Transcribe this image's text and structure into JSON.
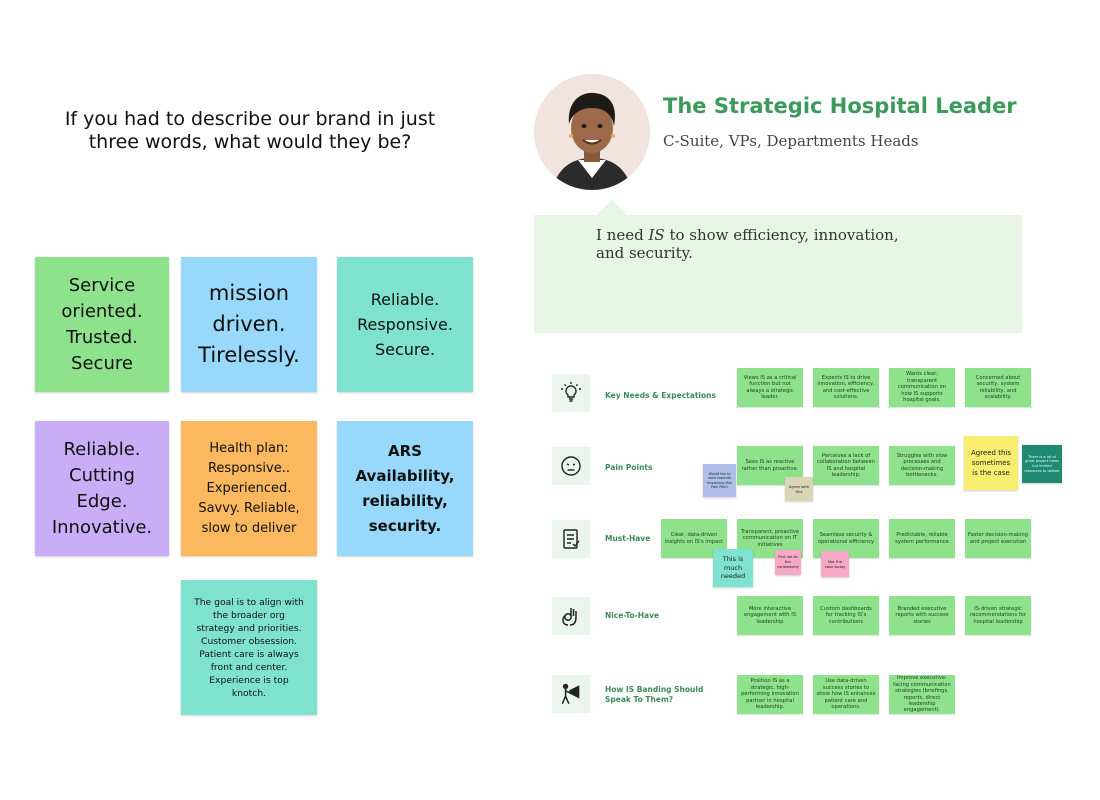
{
  "left": {
    "question": "If you had to describe our brand in just three words, what would they be?",
    "notes": [
      {
        "text": "Service\noriented.\nTrusted.\nSecure",
        "color": "#8fe28c"
      },
      {
        "text": "mission\ndriven.\nTirelessly.",
        "color": "#98d8fb"
      },
      {
        "text": "Reliable.\nResponsive.\nSecure.",
        "color": "#7fe2cf"
      },
      {
        "text": "Reliable.\nCutting\nEdge.\nInnovative.",
        "color": "#c9aef7"
      },
      {
        "text": "Health plan:\nResponsive..\nExperienced.\nSavvy. Reliable,\nslow to deliver",
        "color": "#fcb85e"
      },
      {
        "text": "ARS\nAvailability,\nreliability,\nsecurity.",
        "color": "#98d8fb"
      },
      {
        "text": "The goal is to align with\nthe broader org\nstrategy and priorities.\nCustomer obsession.\nPatient care is always\nfront and center.\nExperience is top\nknotch.",
        "color": "#7fe2cf"
      }
    ]
  },
  "persona": {
    "title": "The Strategic Hospital Leader",
    "subtitle": "C-Suite, VPs, Departments Heads",
    "quote_pre": "I need ",
    "quote_em": "IS",
    "quote_post": " to show efficiency, innovation, and security."
  },
  "rows": [
    {
      "icon": "lightbulb-icon",
      "label": "Key Needs & Expectations",
      "cells": [
        "Views IS as a critical function but not always a strategic leader.",
        "Expects IS to drive innovation, efficiency, and cost-effective solutions.",
        "Wants clear, transparent communication on how IS supports hospital goals.",
        "Concerned about security, system reliability, and scalability."
      ]
    },
    {
      "icon": "frustrated-face-icon",
      "label": "Pain Points",
      "cells": [
        "Sees IS as reactive rather than proactive.",
        "Perceives a lack of collaboration between IS and hospital leadership.",
        "Struggles with slow processes and decision-making bottlenecks."
      ]
    },
    {
      "icon": "checklist-icon",
      "label": "Must-Have",
      "cells": [
        "Clear, data-driven insights on IS's impact",
        "Transparent, proactive communication on IT initiatives",
        "Seamless security & operational efficiency",
        "Predictable, reliable system performance",
        "Faster decision-making and project execution"
      ]
    },
    {
      "icon": "ok-hand-icon",
      "label": "Nice-To-Have",
      "cells": [
        "More interactive engagement with IS leadership",
        "Custom dashboards for tracking IS's contributions",
        "Branded executive reports with success stories",
        "IS-driven strategic recommendations for hospital leadership"
      ]
    },
    {
      "icon": "megaphone-icon",
      "label": "How IS Banding Should\nSpeak To Them?",
      "cells": [
        "Position IS as a strategic, high-performing innovation partner in hospital leadership.",
        "Use data-driven success stories to show how IS enhances patient care and operations.",
        "Improve executive-facing communication strategies (briefings, reports, direct leadership engagement)."
      ]
    }
  ],
  "comments": [
    {
      "text": "Agreed this\nsometimes\nis the case",
      "color": "#f7ee70"
    },
    {
      "text": "There is a lot of great project ideas but limited resources to deliver",
      "color": "#1e8a72"
    },
    {
      "text": "Would like to work towards improving this Pain Point",
      "color": "#aebfe8"
    },
    {
      "text": "Agree with this",
      "color": "#d9d6b8"
    },
    {
      "text": "This is\nmuch\nneeded",
      "color": "#7fe2cf"
    },
    {
      "text": "First we do this consistently",
      "color": "#f6a8c4"
    },
    {
      "text": "Not the case today",
      "color": "#f6a8c4"
    }
  ]
}
